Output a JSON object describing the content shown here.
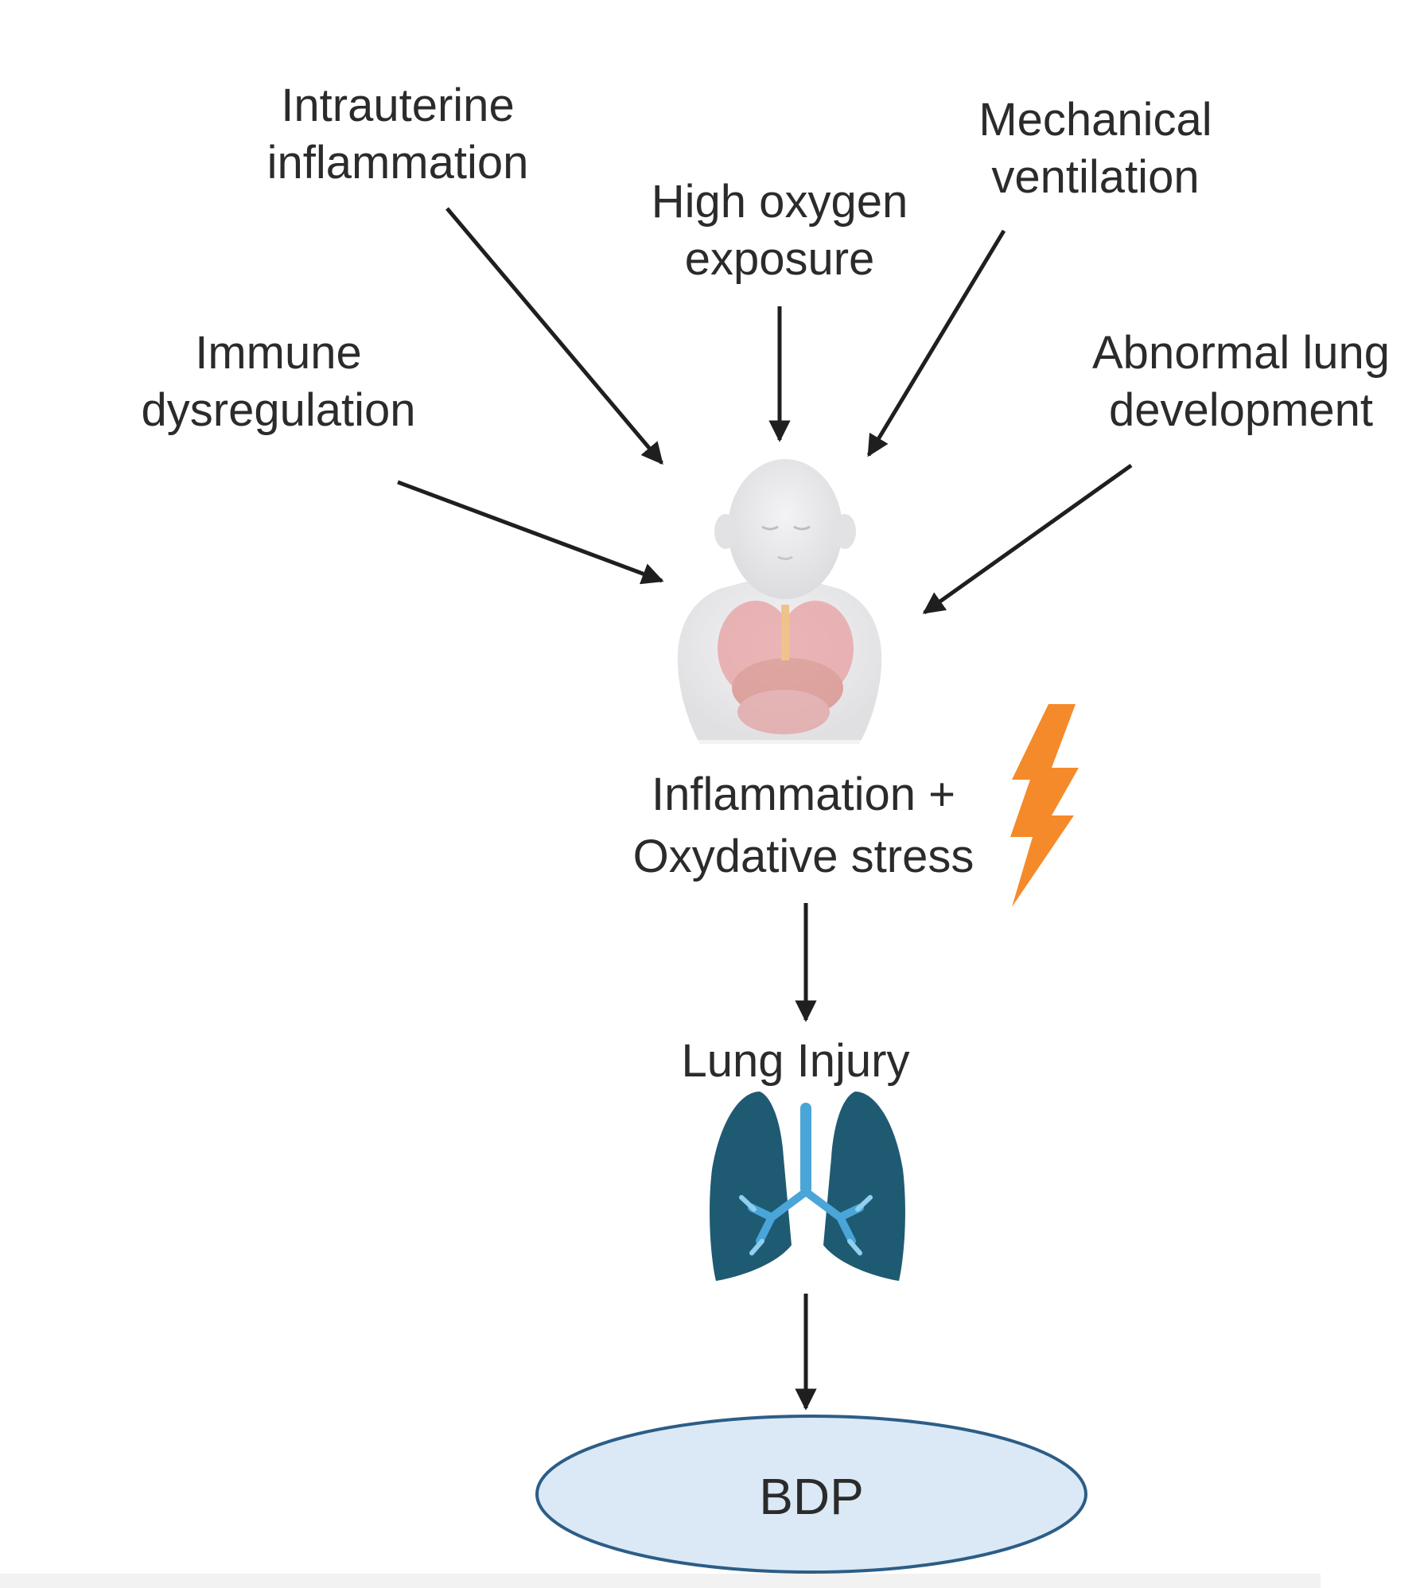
{
  "diagram": {
    "causes": {
      "intrauterine": [
        "Intrauterine",
        "inflammation"
      ],
      "high_oxygen": [
        "High oxygen",
        "exposure"
      ],
      "mechanical": [
        "Mechanical",
        "ventilation"
      ],
      "immune": [
        "Immune",
        "dysregulation"
      ],
      "abnormal_lung": [
        "Abnormal lung",
        "development"
      ]
    },
    "inflammation": [
      "Inflammation +",
      "Oxydative stress"
    ],
    "lung_injury": "Lung Injury",
    "outcome": "BDP"
  },
  "colors": {
    "arrow": "#1f1f1f",
    "lightning": "#f58a2a",
    "lung_dark": "#1f5a73",
    "lung_airway": "#4aa5d8",
    "ellipse_fill": "#dbe9f6",
    "ellipse_stroke": "#2c5d86",
    "baby_skin": "#e9e9eb",
    "organ": "#e8a0a2"
  },
  "icons": [
    "infant-icon",
    "lightning-icon",
    "lungs-icon"
  ]
}
